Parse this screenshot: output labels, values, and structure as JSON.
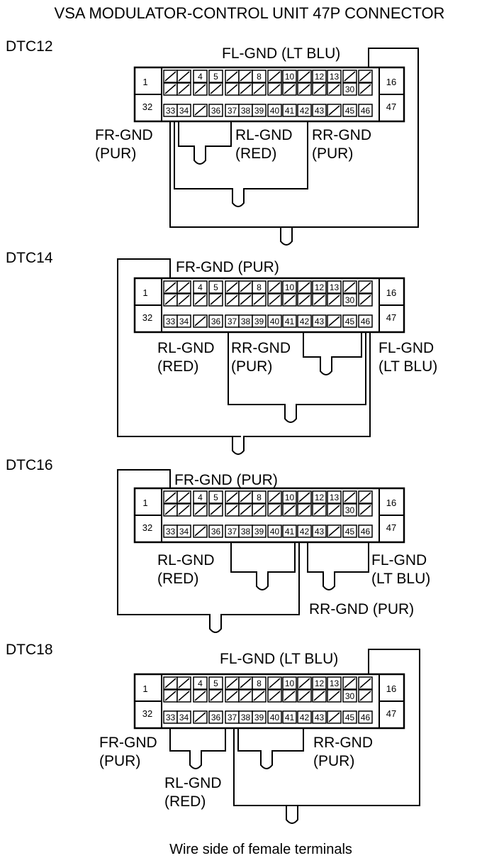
{
  "title": "VSA MODULATOR-CONTROL UNIT 47P CONNECTOR",
  "footer": "Wire side of female terminals",
  "connector": {
    "top_left": "1",
    "top_right": "16",
    "bottom_left": "32",
    "bottom_right": "47",
    "row1": [
      "",
      "",
      "4",
      "5",
      "",
      "",
      "8",
      "",
      "10",
      "",
      "12",
      "13",
      "",
      ""
    ],
    "row2": [
      "",
      "",
      "",
      "",
      "",
      "",
      "",
      "",
      "",
      "",
      "",
      "",
      "30",
      ""
    ],
    "row3": [
      "33",
      "34",
      "",
      "36",
      "37",
      "38",
      "39",
      "40",
      "41",
      "42",
      "43",
      "",
      "45",
      "46"
    ]
  },
  "panels": [
    {
      "code": "DTC12",
      "labels": [
        {
          "lines": [
            "FL-GND (LT BLU)"
          ]
        },
        {
          "lines": [
            "FR-GND",
            "(PUR)"
          ]
        },
        {
          "lines": [
            "RL-GND",
            "(RED)"
          ]
        },
        {
          "lines": [
            "RR-GND",
            "(PUR)"
          ]
        }
      ]
    },
    {
      "code": "DTC14",
      "labels": [
        {
          "lines": [
            "FR-GND (PUR)"
          ]
        },
        {
          "lines": [
            "RL-GND",
            "(RED)"
          ]
        },
        {
          "lines": [
            "RR-GND",
            "(PUR)"
          ]
        },
        {
          "lines": [
            "FL-GND",
            "(LT BLU)"
          ]
        }
      ]
    },
    {
      "code": "DTC16",
      "labels": [
        {
          "lines": [
            "FR-GND (PUR)"
          ]
        },
        {
          "lines": [
            "RL-GND",
            "(RED)"
          ]
        },
        {
          "lines": [
            "FL-GND",
            "(LT BLU)"
          ]
        },
        {
          "lines": [
            "RR-GND (PUR)"
          ]
        }
      ]
    },
    {
      "code": "DTC18",
      "labels": [
        {
          "lines": [
            "FL-GND (LT BLU)"
          ]
        },
        {
          "lines": [
            "FR-GND",
            "(PUR)"
          ]
        },
        {
          "lines": [
            "RR-GND",
            "(PUR)"
          ]
        },
        {
          "lines": [
            "RL-GND",
            "(RED)"
          ]
        }
      ]
    }
  ]
}
